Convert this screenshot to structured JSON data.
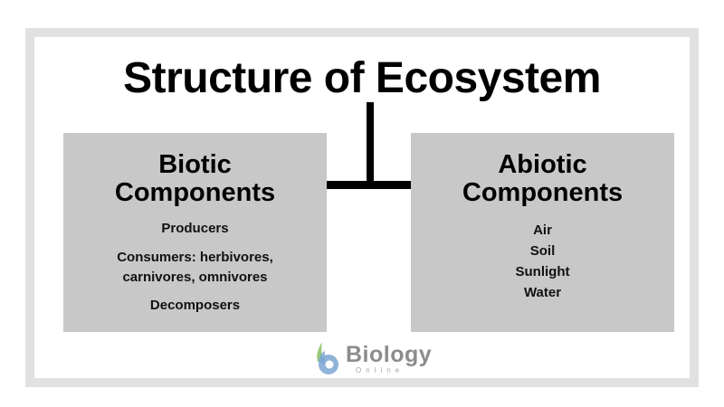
{
  "title": "Structure of Ecosystem",
  "biotic": {
    "heading_line1": "Biotic",
    "heading_line2": "Components",
    "items": [
      "Producers",
      "Consumers: herbivores,",
      "carnivores, omnivores",
      "Decomposers"
    ]
  },
  "abiotic": {
    "heading_line1": "Abiotic",
    "heading_line2": "Components",
    "items": [
      "Air",
      "Soil",
      "Sunlight",
      "Water"
    ]
  },
  "logo": {
    "name": "Biology",
    "sub": "Online"
  },
  "colors": {
    "frame": "#e1e1e1",
    "box": "#c8c8c8",
    "connector": "#000000",
    "logo_text": "#8c8c8c"
  }
}
